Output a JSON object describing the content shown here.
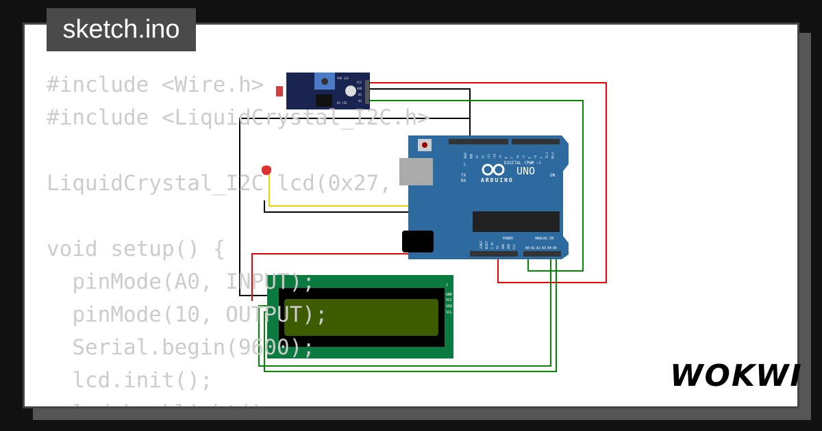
{
  "tab": {
    "title": "sketch.ino"
  },
  "code": {
    "lines": [
      "#include <Wire.h>",
      "#include <LiquidCrystal_I2C.h>",
      "",
      "LiquidCrystal_I2C lcd(0x27,",
      "",
      "void setup() {",
      "  pinMode(A0, INPUT);",
      "  pinMode(10, OUTPUT);",
      "  Serial.begin(9600);",
      "  lcd.init();",
      "  lcd.backlight();"
    ]
  },
  "sensor": {
    "pins": [
      "VCC",
      "GND",
      "DO",
      "AO"
    ],
    "labels": [
      "PWR LED",
      "DO LED"
    ]
  },
  "arduino": {
    "brand": "ARDUINO",
    "model": "UNO",
    "digital_label": "DIGITAL (PWM ~)",
    "power_label": "POWER",
    "analog_label": "ANALOG IN",
    "on_label": "ON",
    "leds": [
      "L",
      "TX",
      "RX"
    ],
    "digital_pins": [
      "AREF",
      "GND",
      "13",
      "12",
      "~11",
      "~10",
      "~9",
      "8",
      "7",
      "~6",
      "~5",
      "4",
      "~3",
      "2",
      "TX→1",
      "RX←0"
    ],
    "power_pins": [
      "IOREF",
      "RESET",
      "3.3V",
      "5V",
      "GND",
      "GND",
      "Vin"
    ],
    "analog_pins": [
      "A0",
      "A1",
      "A2",
      "A3",
      "A4",
      "A5"
    ]
  },
  "lcd": {
    "pin1": "1",
    "pins": [
      "GND",
      "VCC",
      "SDA",
      "SCL"
    ]
  },
  "logo": "WOKWI",
  "colors": {
    "board": "#2c6aa0",
    "lcd_pcb": "#0b7a3e",
    "lcd_screen": "#3d5c00",
    "wire_red": "#e00",
    "wire_green": "#080",
    "wire_yellow": "#f0d000"
  }
}
